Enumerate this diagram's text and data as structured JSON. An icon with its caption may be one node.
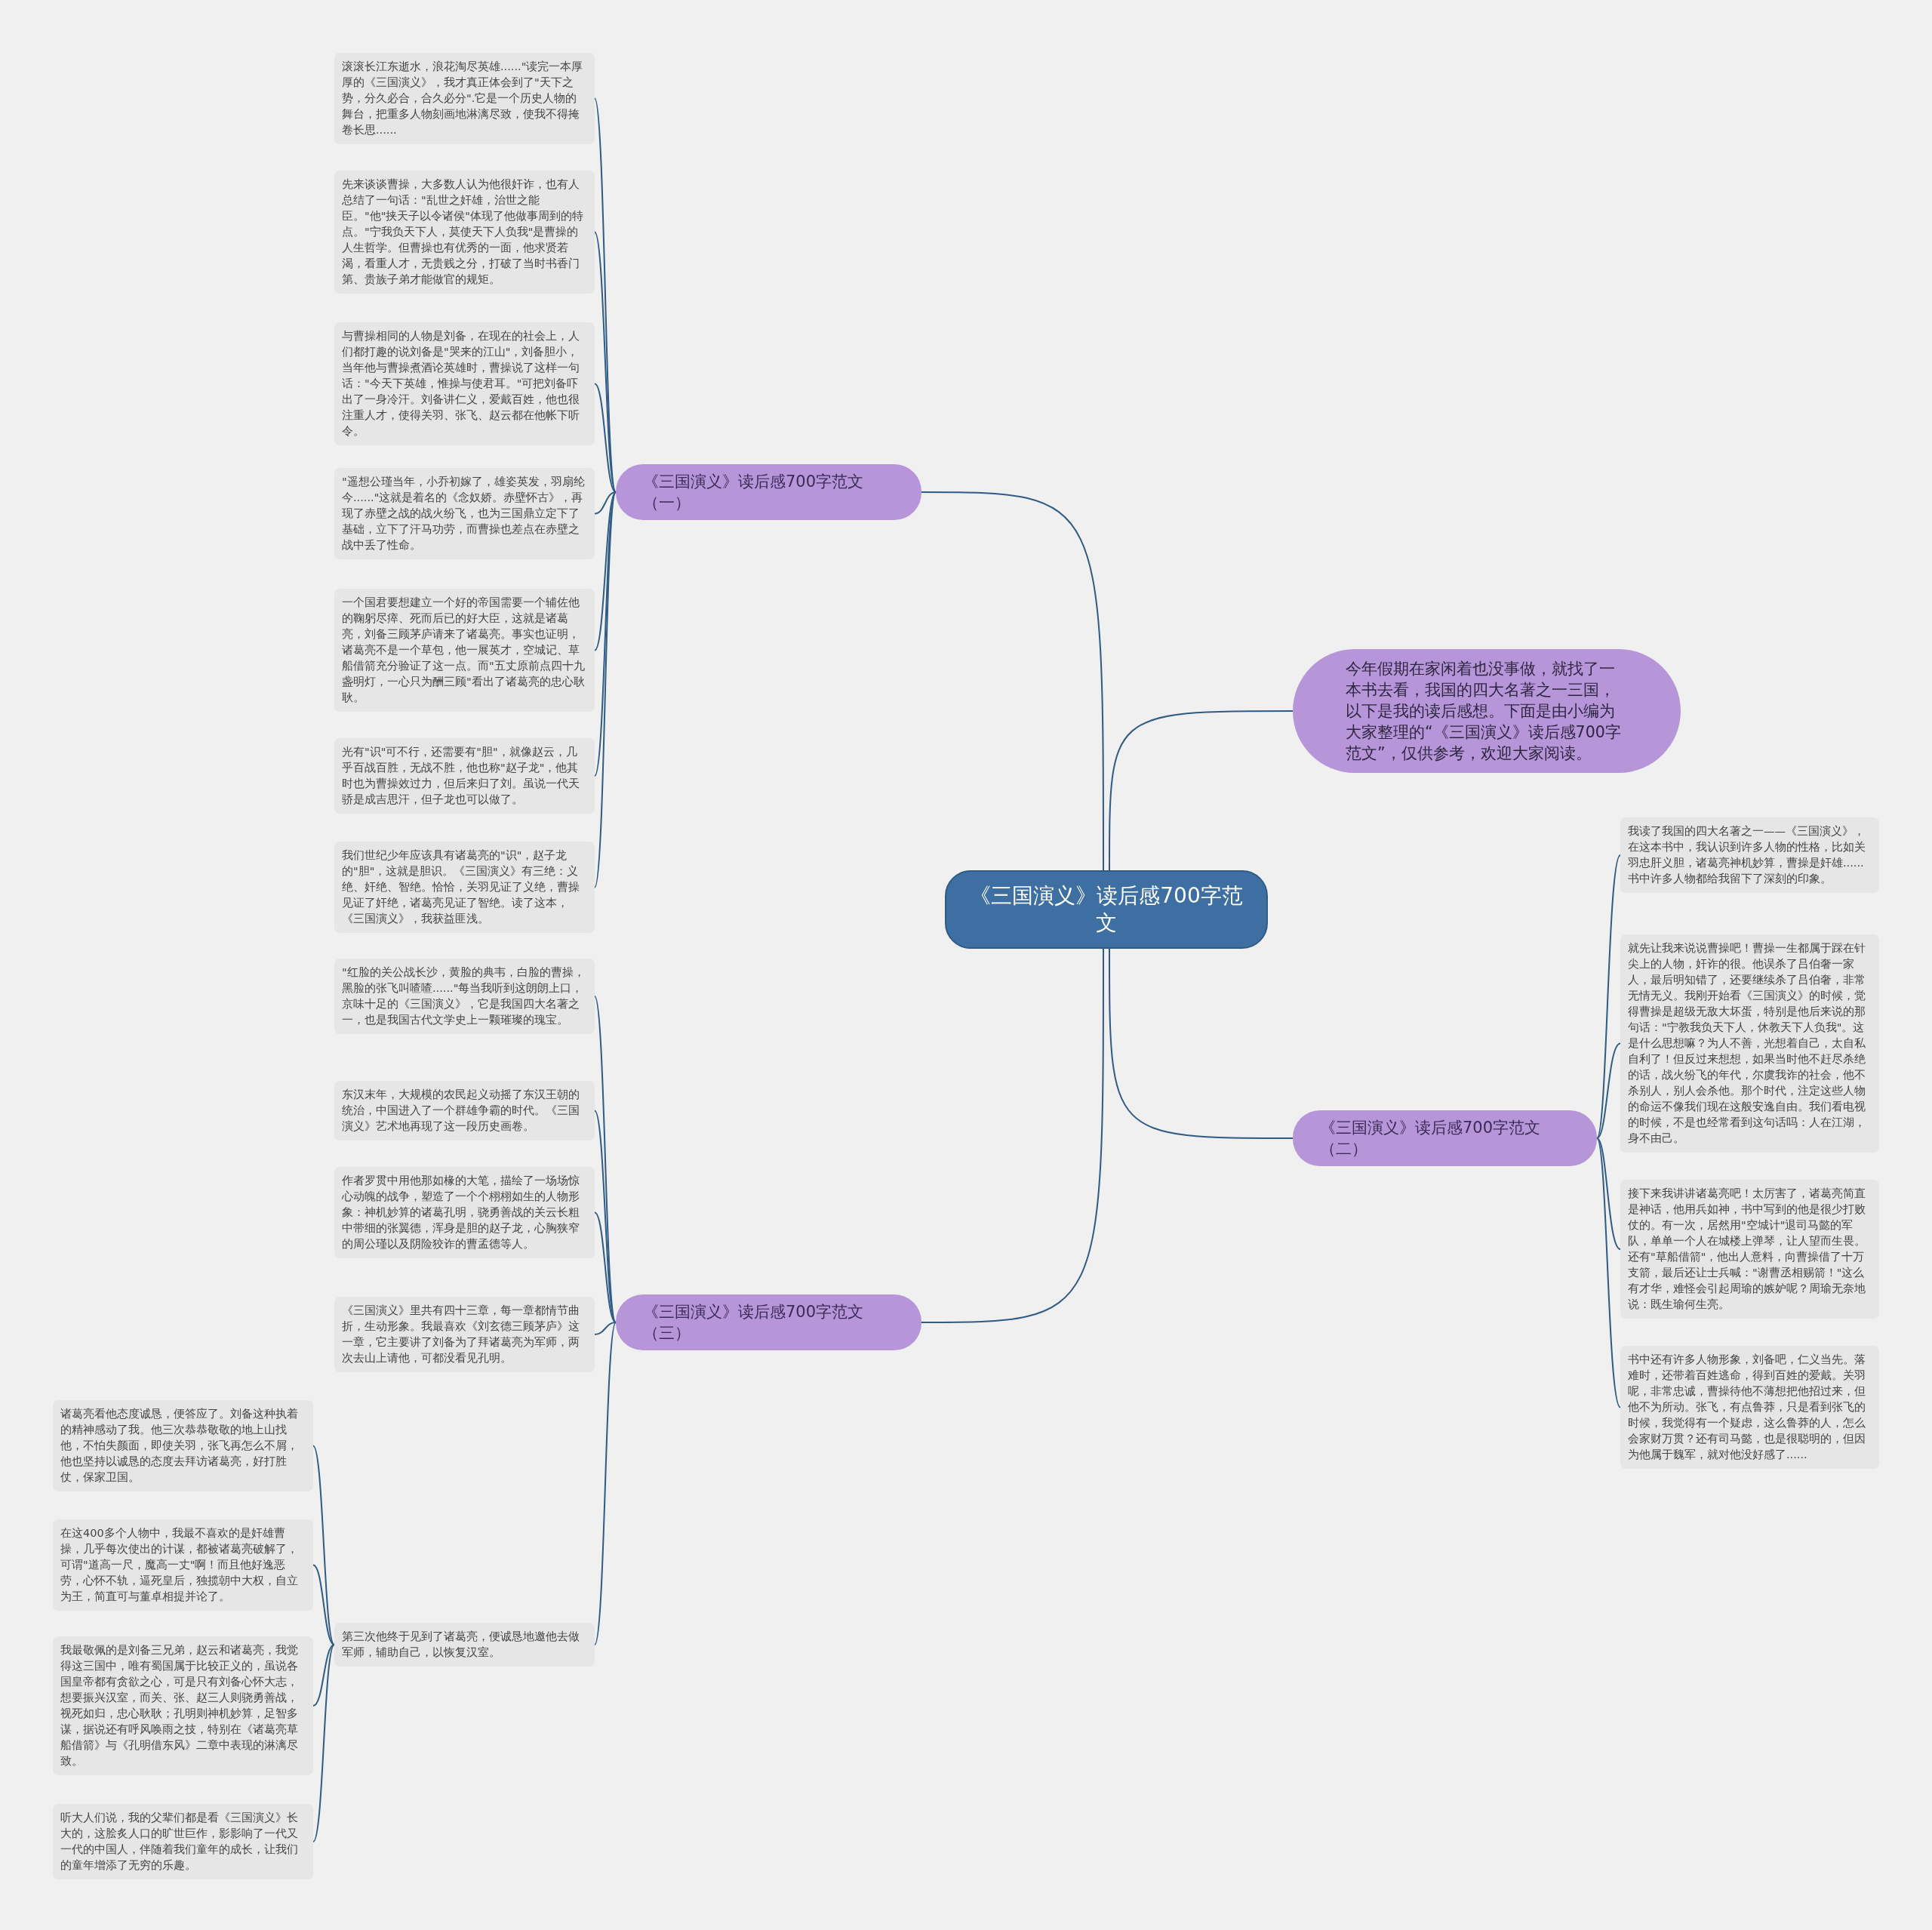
{
  "diagram": {
    "nodes": [
      {
        "text": [
          "《三国演义》读后感700字范文"
        ]
      },
      {
        "text": [
          "《三国演义》读后感700字范文（一）"
        ]
      },
      {
        "text": [
          "滚滚长江东逝水，浪花淘尽英雄......\"读完一本厚厚的《三国演义》，我才真正体会到了\"天下之势，分久必合，合久必分\".它是一个历史人物的舞台，把重多人物刻画地淋漓尽致，使我不得掩卷长思......"
        ]
      },
      {
        "text": [
          "先来谈谈曹操，大多数人认为他很奸诈，也有人总结了一句话：\"乱世之奸雄，治世之能臣。\"他\"挟天子以令诸侯\"体现了他做事周到的特点。\"宁我负天下人，莫使天下人负我\"是曹操的人生哲学。但曹操也有优秀的一面，他求贤若渴，看重人才，无贵贱之分，打破了当时书香门第、贵族子弟才能做官的规矩。"
        ]
      },
      {
        "text": [
          "与曹操相同的人物是刘备，在现在的社会上，人们都打趣的说刘备是\"哭来的江山\"，刘备胆小，当年他与曹操煮酒论英雄时，曹操说了这样一句话：\"今天下英雄，惟操与使君耳。\"可把刘备吓出了一身冷汗。刘备讲仁义，爱戴百姓，他也很注重人才，使得关羽、张飞、赵云都在他帐下听令。"
        ]
      },
      {
        "text": [
          "\"遥想公瑾当年，小乔初嫁了，雄姿英发，羽扇纶今......\"这就是着名的《念奴娇。赤壁怀古》，再现了赤壁之战的战火纷飞，也为三国鼎立定下了基础，立下了汗马功劳，而曹操也差点在赤壁之战中丢了性命。"
        ]
      },
      {
        "text": [
          "一个国君要想建立一个好的帝国需要一个辅佐他的鞠躬尽瘁、死而后已的好大臣，这就是诸葛亮，刘备三顾茅庐请来了诸葛亮。事实也证明，诸葛亮不是一个草包，他一展英才，空城记、草船借箭充分验证了这一点。而\"五丈原前点四十九盏明灯，一心只为酬三顾\"看出了诸葛亮的忠心耿耿。"
        ]
      },
      {
        "text": [
          "光有\"识\"可不行，还需要有\"胆\"，就像赵云，几乎百战百胜，无战不胜，他也称\"赵子龙\"，他其时也为曹操效过力，但后来归了刘。虽说一代天骄是成吉思汗，但子龙也可以做了。"
        ]
      },
      {
        "text": [
          "我们世纪少年应该具有诸葛亮的\"识\"，赵子龙的\"胆\"，这就是胆识。《三国演义》有三绝：义绝、奸绝、智绝。恰恰，关羽见证了义绝，曹操见证了奸绝，诸葛亮见证了智绝。读了这本，《三国演义》，我获益匪浅。"
        ]
      },
      {
        "text": [
          "今年假期在家闲着也没事做，就找了一本书去看，我国的四大名著之一三国，以下是我的读后感想。下面是由小编为大家整理的“《三国演义》读后感700字范文”，仅供参考，欢迎大家阅读。"
        ]
      },
      {
        "text": [
          "《三国演义》读后感700字范文（二）"
        ]
      },
      {
        "text": [
          "我读了我国的四大名著之一——《三国演义》，在这本书中，我认识到许多人物的性格，比如关羽忠肝义胆，诸葛亮神机妙算，曹操是奸雄......书中许多人物都给我留下了深刻的印象。"
        ]
      },
      {
        "text": [
          "就先让我来说说曹操吧！曹操一生都属于踩在针尖上的人物，奸诈的很。他误杀了吕伯奢一家人，最后明知错了，还要继续杀了吕伯奢，非常无情无义。我刚开始看《三国演义》的时候，觉得曹操是超级无敌大坏蛋，特别是他后来说的那句话：\"宁教我负天下人，休教天下人负我\"。这是什么思想嘛？为人不善，光想着自己，太自私自利了！但反过来想想，如果当时他不赶尽杀绝的话，战火纷飞的年代，尔虞我诈的社会，他不杀别人，别人会杀他。那个时代，注定这些人物的命运不像我们现在这般安逸自由。我们看电视的时候，不是也经常看到这句话吗：人在江湖，身不由己。"
        ]
      },
      {
        "text": [
          "接下来我讲讲诸葛亮吧！太厉害了，诸葛亮简直是神话，他用兵如神，书中写到的他是很少打败仗的。有一次，居然用\"空城计\"退司马懿的军队，单单一个人在城楼上弹琴，让人望而生畏。还有\"草船借箭\"，他出人意料，向曹操借了十万支箭，最后还让士兵喊：\"谢曹丞相赐箭！\"这么有才华，难怪会引起周瑜的嫉妒呢？周瑜无奈地说：既生瑜何生亮。"
        ]
      },
      {
        "text": [
          "书中还有许多人物形象，刘备吧，仁义当先。落难时，还带着百姓逃命，得到百姓的爱戴。关羽呢，非常忠诚，曹操待他不薄想把他招过来，但他不为所动。张飞，有点鲁莽，只是看到张飞的时候，我觉得有一个疑虑，这么鲁莽的人，怎么会家财万贯？还有司马懿，也是很聪明的，但因为他属于魏军，就对他没好感了......"
        ]
      },
      {
        "text": [
          "《三国演义》读后感700字范文（三）"
        ]
      },
      {
        "text": [
          "\"红脸的关公战长沙，黄脸的典韦，白脸的曹操，黑脸的张飞叫喳喳......\"每当我听到这朗朗上口，京味十足的《三国演义》，它是我国四大名著之一，也是我国古代文学史上一颗璀璨的瑰宝。"
        ]
      },
      {
        "text": [
          "东汉末年，大规模的农民起义动摇了东汉王朝的统治，中国进入了一个群雄争霸的时代。《三国演义》艺术地再现了这一段历史画卷。"
        ]
      },
      {
        "text": [
          "作者罗贯中用他那如椽的大笔，描绘了一场场惊心动魄的战争，塑造了一个个栩栩如生的人物形象：神机妙算的诸葛孔明，骁勇善战的关云长粗中带细的张翼德，浑身是胆的赵子龙，心胸狭窄的周公瑾以及阴险狡诈的曹孟德等人。"
        ]
      },
      {
        "text": [
          "《三国演义》里共有四十三章，每一章都情节曲折，生动形象。我最喜欢《刘玄德三顾茅庐》这一章，它主要讲了刘备为了拜诸葛亮为军师，两次去山上请他，可都没看见孔明。"
        ]
      },
      {
        "text": [
          "第三次他终于见到了诸葛亮，便诚恳地邀他去做军师，辅助自己，以恢复汉室。"
        ]
      },
      {
        "text": [
          "诸葛亮看他态度诚恳，便答应了。刘备这种执着的精神感动了我。他三次恭恭敬敬的地上山找他，不怕失颜面，即使关羽，张飞再怎么不屑，他也坚持以诚恳的态度去拜访诸葛亮，好打胜仗，保家卫国。"
        ]
      },
      {
        "text": [
          "在这400多个人物中，我最不喜欢的是奸雄曹操，几乎每次使出的计谋，都被诸葛亮破解了，可谓\"道高一尺，魔高一丈\"啊！而且他好逸恶劳，心怀不轨，逼死皇后，独揽朝中大权，自立为王，简直可与董卓相提并论了。"
        ]
      },
      {
        "text": [
          "我最敬佩的是刘备三兄弟，赵云和诸葛亮，我觉得这三国中，唯有蜀国属于比较正义的，虽说各国皇帝都有贪欲之心，可是只有刘备心怀大志，想要振兴汉室，而关、张、赵三人则骁勇善战，视死如归，忠心耿耿；孔明则神机妙算，足智多谋，据说还有呼风唤雨之技，特别在《诸葛亮草船借箭》与《孔明借东风》二章中表现的淋漓尽致。"
        ]
      },
      {
        "text": [
          "听大人们说，我的父辈们都是看《三国演义》长大的，这脍炙人口的旷世巨作，影影响了一代又一代的中国人，伴随着我们童年的成长，让我们的童年增添了无穷的乐趣。"
        ]
      }
    ],
    "edges": [
      {
        "from": 0,
        "to": 1,
        "arrow": "none"
      },
      {
        "from": 1,
        "to": 2,
        "arrow": "none"
      },
      {
        "from": 1,
        "to": 3,
        "arrow": "none"
      },
      {
        "from": 1,
        "to": 4,
        "arrow": "none"
      },
      {
        "from": 1,
        "to": 5,
        "arrow": "none"
      },
      {
        "from": 1,
        "to": 6,
        "arrow": "none"
      },
      {
        "from": 1,
        "to": 7,
        "arrow": "none"
      },
      {
        "from": 1,
        "to": 8,
        "arrow": "none"
      },
      {
        "from": 0,
        "to": 9,
        "arrow": "none"
      },
      {
        "from": 0,
        "to": 10,
        "arrow": "none"
      },
      {
        "from": 10,
        "to": 11,
        "arrow": "none"
      },
      {
        "from": 10,
        "to": 12,
        "arrow": "none"
      },
      {
        "from": 10,
        "to": 13,
        "arrow": "none"
      },
      {
        "from": 10,
        "to": 14,
        "arrow": "none"
      },
      {
        "from": 0,
        "to": 15,
        "arrow": "none"
      },
      {
        "from": 15,
        "to": 16,
        "arrow": "none"
      },
      {
        "from": 15,
        "to": 17,
        "arrow": "none"
      },
      {
        "from": 15,
        "to": 18,
        "arrow": "none"
      },
      {
        "from": 15,
        "to": 19,
        "arrow": "none"
      },
      {
        "from": 15,
        "to": 20,
        "arrow": "none"
      },
      {
        "from": 20,
        "to": 21,
        "arrow": "none"
      },
      {
        "from": 20,
        "to": 22,
        "arrow": "none"
      },
      {
        "from": 20,
        "to": 23,
        "arrow": "none"
      },
      {
        "from": 20,
        "to": 24,
        "arrow": "none"
      }
    ]
  }
}
